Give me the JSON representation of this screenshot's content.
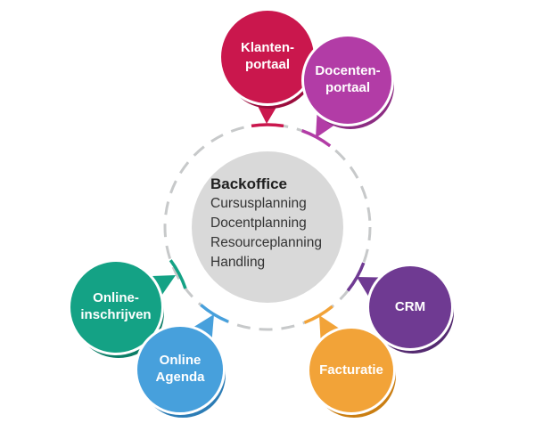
{
  "center": {
    "title": "Backoffice",
    "items": [
      "Cursusplanning",
      "Docentplanning",
      "Resourceplanning",
      "Handling"
    ],
    "circle_color": "#d9d9d9",
    "ring_color": "#c7c9ca"
  },
  "bubbles": [
    {
      "id": "klantenportaal",
      "label": "Klanten-\nportaal",
      "color": "#ca174d",
      "shadow": "#9b0d3d"
    },
    {
      "id": "docentenportaal",
      "label": "Docenten-\nportaal",
      "color": "#b23ca6",
      "shadow": "#8c2c82"
    },
    {
      "id": "online-inschrijven",
      "label": "Online-\ninschrijven",
      "color": "#14a285",
      "shadow": "#0b7d66"
    },
    {
      "id": "online-agenda",
      "label": "Online\nAgenda",
      "color": "#47a0dc",
      "shadow": "#2c7cb5"
    },
    {
      "id": "crm",
      "label": "CRM",
      "color": "#6f3a92",
      "shadow": "#542a70"
    },
    {
      "id": "facturatie",
      "label": "Facturatie",
      "color": "#f2a338",
      "shadow": "#ca7e12"
    }
  ]
}
